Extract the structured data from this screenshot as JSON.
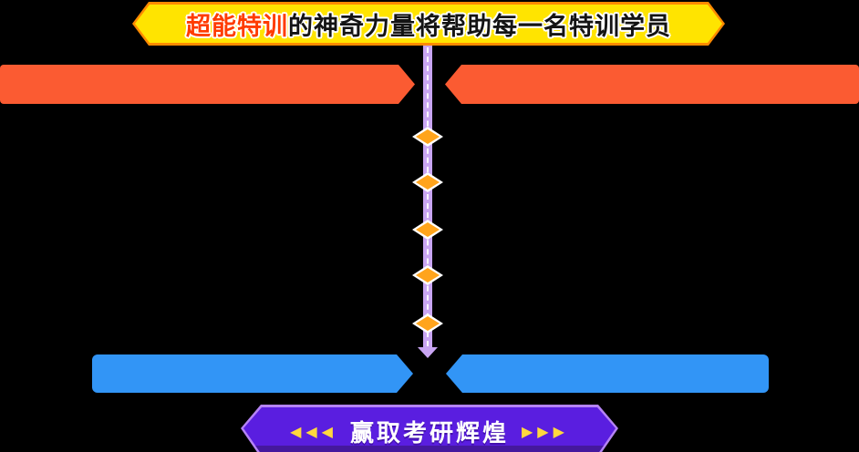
{
  "colors": {
    "bg": "#000000",
    "banner_fill": "#FFE400",
    "banner_border": "#FF8A00",
    "highlight": "#FF3B00",
    "ink": "#141414",
    "orange": "#FB5B32",
    "blue": "#3295F6",
    "lavender": "#C9A5F3",
    "diamond": "#FFA41C",
    "purple_fill": "#5A1EE0",
    "purple_border": "#B583F5",
    "purple_dark": "#45189E",
    "triangle": "#FFD83E"
  },
  "top_banner": {
    "highlight": "超能特训",
    "rest": "的神奇力量将帮助每一名特训学员"
  },
  "bottom_banner": {
    "left_triangles": "◀◀◀",
    "label": "赢取考研辉煌",
    "right_triangles": "▶▶▶"
  }
}
